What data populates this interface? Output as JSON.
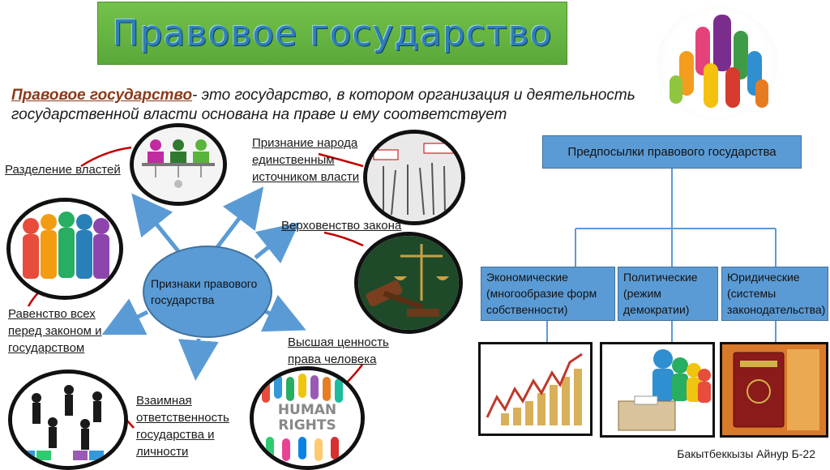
{
  "title": "Правовое государство",
  "definition": {
    "term": "Правовое государство",
    "text": "- это государство, в котором организация и деятельность государственной власти основана на праве и ему соответствует"
  },
  "center_label": "Признаки правового государства",
  "features": [
    "Разделение властей",
    "Признание народа единственным источником власти",
    "Верховенство закона",
    "Равенство всех перед законом и государством",
    "Высшая ценность права человека",
    "Взаимная ответственность государства и личности"
  ],
  "prerequisites": {
    "root": "Предпосылки правового государства",
    "branches": [
      "Экономические (многообразие форм собственности)",
      "Политические (режим демократии)",
      "Юридические (системы законодательства)"
    ]
  },
  "images": {
    "hands_logo": "raised-hands-icon",
    "separation": "three-branches-icon",
    "people": "crowd-sketch-icon",
    "law": "gavel-scales-icon",
    "equality": "group-hug-icon",
    "rights": "human-rights-icon",
    "responsibility": "business-people-icon",
    "economic": "growth-chart-icon",
    "political": "voting-ballot-icon",
    "legal": "law-book-icon"
  },
  "human_rights_text": "HUMAN RIGHTS",
  "author": "Бакытбеккызы Айнур Б-22",
  "colors": {
    "banner": "#6bb944",
    "title": "#2f7fb8",
    "shape_fill": "#5b9bd5",
    "arrow": "#5b9bd5",
    "connector": "#c00000"
  }
}
